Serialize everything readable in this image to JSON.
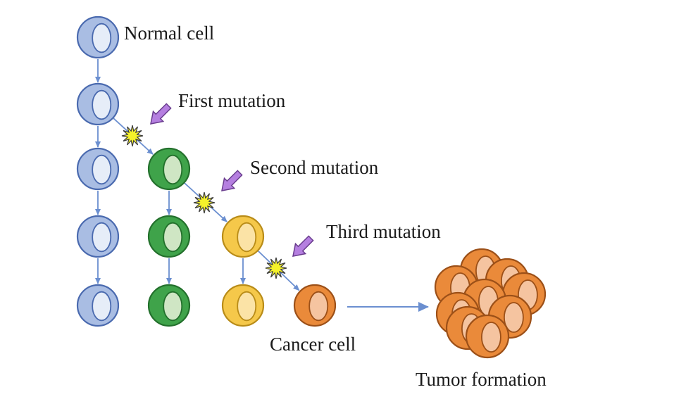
{
  "labels": {
    "normal_cell": "Normal cell",
    "first_mutation": "First mutation",
    "second_mutation": "Second mutation",
    "third_mutation": "Third mutation",
    "cancer_cell": "Cancer cell",
    "tumor_formation": "Tumor formation"
  },
  "colors": {
    "normal_outer": "#a9bde3",
    "normal_stroke": "#4a6aaf",
    "normal_inner": "#e6edf8",
    "first_outer": "#3fa34a",
    "first_stroke": "#23702c",
    "first_inner": "#cfe6c4",
    "second_outer": "#f5c84a",
    "second_stroke": "#b98c18",
    "second_inner": "#fbe3a6",
    "cancer_outer": "#ea8a3a",
    "cancer_stroke": "#9c5018",
    "cancer_inner": "#f5c4a0",
    "arrow": "#6b8fd0",
    "pointer_arrow": "#b57fe0",
    "star": "#f5f22a"
  }
}
